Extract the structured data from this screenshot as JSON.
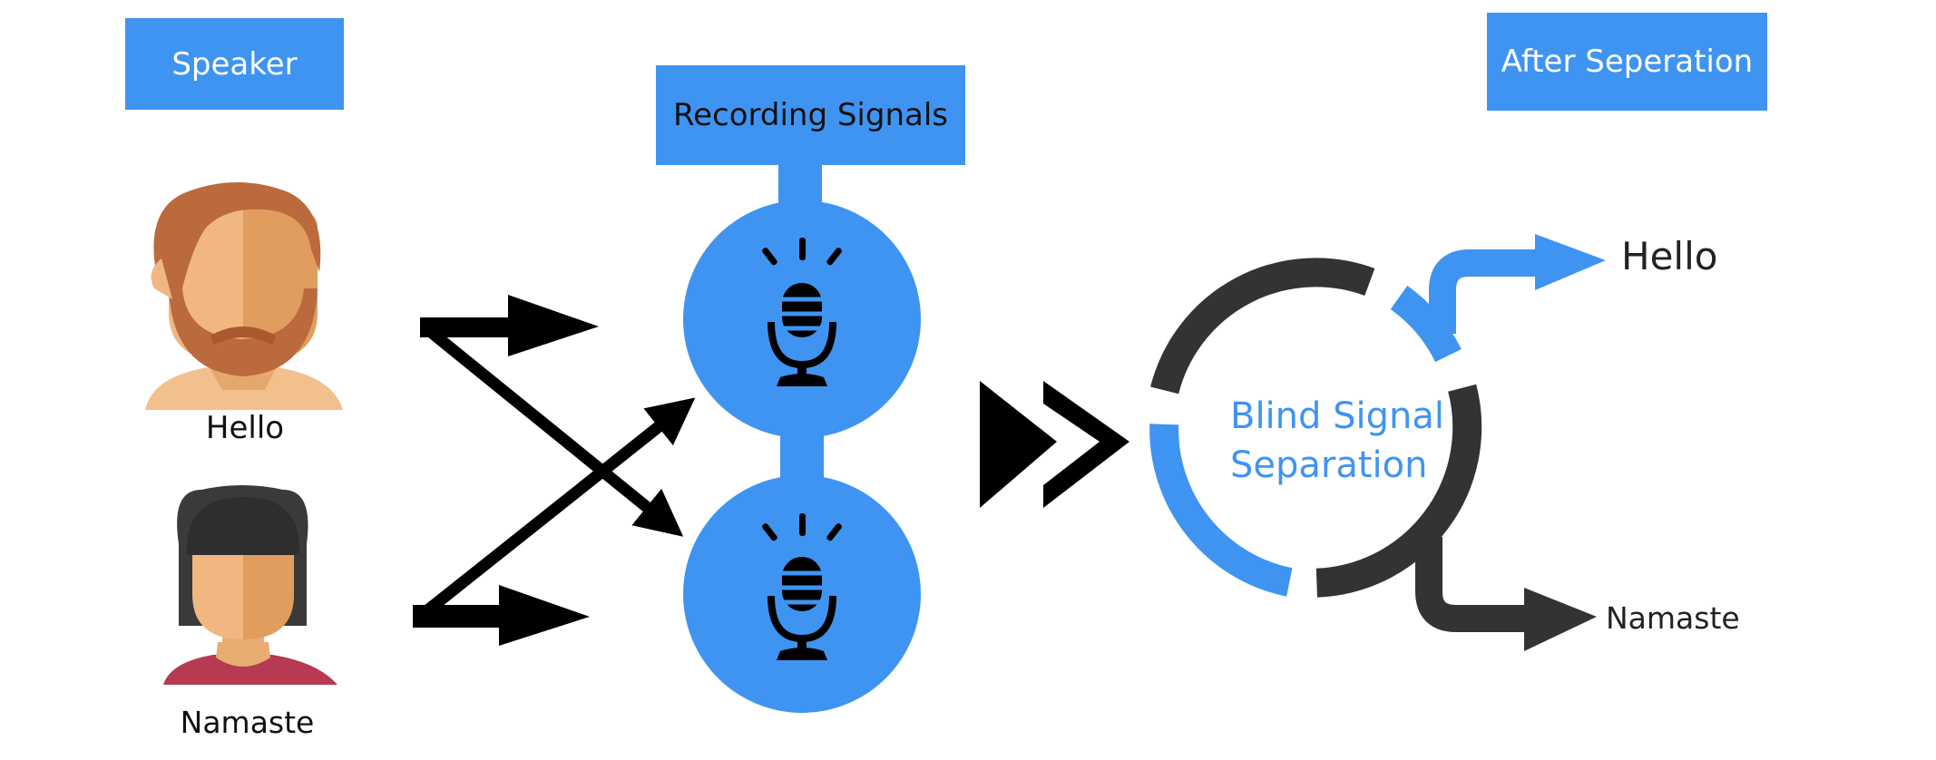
{
  "headers": {
    "speaker": "Speaker",
    "recording": "Recording Signals",
    "after": "After Seperation"
  },
  "speakers": [
    {
      "utterance": "Hello"
    },
    {
      "utterance": "Namaste"
    }
  ],
  "process": {
    "line1": "Blind Signal",
    "line2": "Separation"
  },
  "outputs": [
    {
      "label": "Hello"
    },
    {
      "label": "Namaste"
    }
  ],
  "colors": {
    "accent": "#3f94f2",
    "dark": "#333333",
    "black": "#000000",
    "man_hair": "#bb6a3e",
    "skin": "#f0b880",
    "skin_shade": "#e19d5e",
    "woman_hair": "#3a3a3a",
    "woman_top": "#b53a52"
  },
  "icons": [
    "man-avatar-icon",
    "woman-avatar-icon",
    "microphone-icon",
    "fast-forward-icon",
    "cycle-ring-icon",
    "arrow-icon"
  ]
}
